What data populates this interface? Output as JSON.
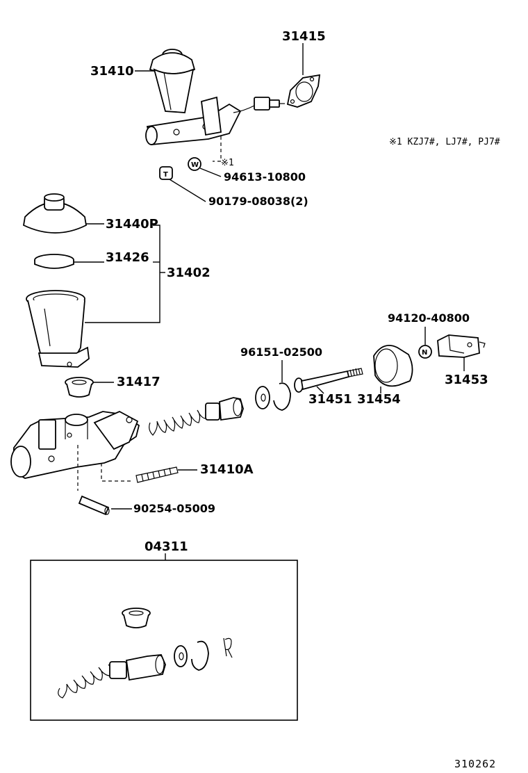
{
  "labels": {
    "p31415": "31415",
    "p31410": "31410",
    "p94613": "94613-10800",
    "p90179": "90179-08038(2)",
    "p31440p": "31440P",
    "p31426": "31426",
    "p31402": "31402",
    "p31417": "31417",
    "p96151": "96151-02500",
    "p31451": "31451",
    "p31454": "31454",
    "p94120": "94120-40800",
    "p31453": "31453",
    "p31410a": "31410A",
    "p90254": "90254-05009",
    "p04311": "04311"
  },
  "note": {
    "marker": "※1",
    "text": "※1 KZJ7#, LJ7#, PJ7#"
  },
  "markers": {
    "w": "W",
    "t": "T",
    "n": "N"
  },
  "reference": "310262"
}
